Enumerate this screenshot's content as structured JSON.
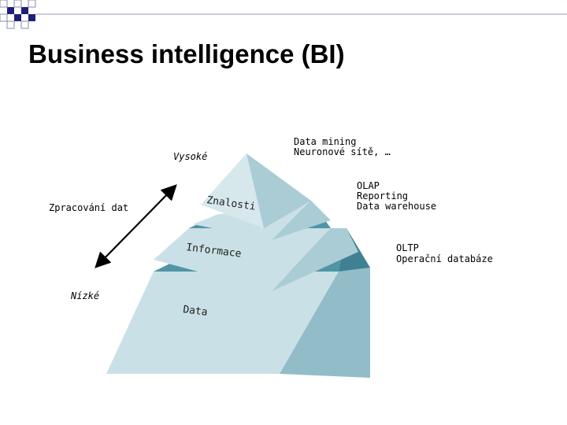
{
  "slide": {
    "title": "Business intelligence (BI)"
  },
  "axis": {
    "high_label": "Vysoké",
    "low_label": "Nízké",
    "middle_label": "Zpracování dat"
  },
  "pyramid": {
    "levels": [
      {
        "name": "Znalosti",
        "description_lines": [
          "Data mining",
          "Neuronové sítě, …"
        ]
      },
      {
        "name": "",
        "description_lines": [
          "OLAP",
          "Reporting",
          "Data warehouse"
        ]
      },
      {
        "name": "Informace",
        "description_lines": [
          "OLTP",
          "Operační databáze"
        ]
      },
      {
        "name": "Data",
        "description_lines": []
      }
    ]
  },
  "colors": {
    "face_light": "#c9e0e6",
    "face_mid": "#a9ccd5",
    "face_side": "#92bcc8",
    "band_dark": "#4f95a6",
    "band_side": "#3f8193",
    "deco_blue": "#1f1f7a",
    "deco_line": "#8a8ab5"
  }
}
